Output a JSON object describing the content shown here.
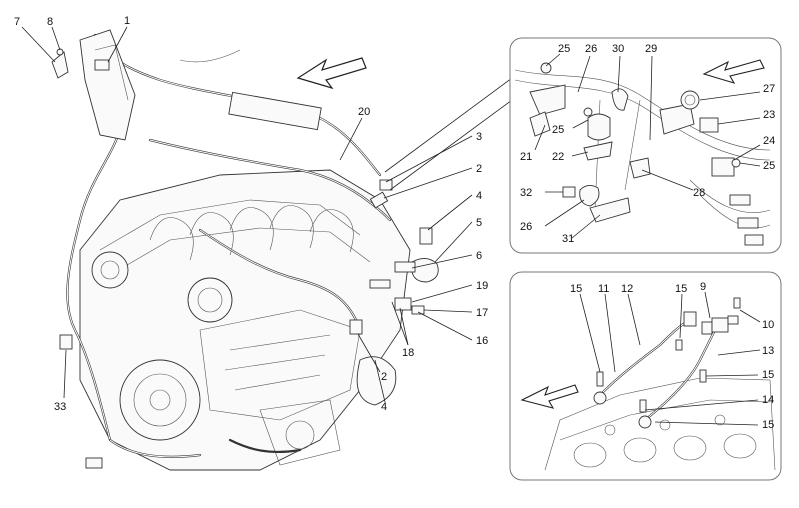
{
  "diagram": {
    "main_callouts": [
      {
        "id": "c1",
        "text": "1"
      },
      {
        "id": "c7",
        "text": "7"
      },
      {
        "id": "c8",
        "text": "8"
      },
      {
        "id": "c20",
        "text": "20"
      },
      {
        "id": "c3",
        "text": "3"
      },
      {
        "id": "c2a",
        "text": "2"
      },
      {
        "id": "c4a",
        "text": "4"
      },
      {
        "id": "c5",
        "text": "5"
      },
      {
        "id": "c6",
        "text": "6"
      },
      {
        "id": "c19",
        "text": "19"
      },
      {
        "id": "c17",
        "text": "17"
      },
      {
        "id": "c16",
        "text": "16"
      },
      {
        "id": "c18",
        "text": "18"
      },
      {
        "id": "c2b",
        "text": "2"
      },
      {
        "id": "c4b",
        "text": "4"
      },
      {
        "id": "c33",
        "text": "33"
      }
    ],
    "inset_top_callouts": [
      {
        "id": "t25a",
        "text": "25"
      },
      {
        "id": "t26a",
        "text": "26"
      },
      {
        "id": "t30",
        "text": "30"
      },
      {
        "id": "t29",
        "text": "29"
      },
      {
        "id": "t27",
        "text": "27"
      },
      {
        "id": "t23",
        "text": "23"
      },
      {
        "id": "t24",
        "text": "24"
      },
      {
        "id": "t25b",
        "text": "25"
      },
      {
        "id": "t25c",
        "text": "25"
      },
      {
        "id": "t21",
        "text": "21"
      },
      {
        "id": "t22",
        "text": "22"
      },
      {
        "id": "t28",
        "text": "28"
      },
      {
        "id": "t32",
        "text": "32"
      },
      {
        "id": "t26b",
        "text": "26"
      },
      {
        "id": "t31",
        "text": "31"
      }
    ],
    "inset_bottom_callouts": [
      {
        "id": "b15a",
        "text": "15"
      },
      {
        "id": "b11",
        "text": "11"
      },
      {
        "id": "b12",
        "text": "12"
      },
      {
        "id": "b15b",
        "text": "15"
      },
      {
        "id": "b9",
        "text": "9"
      },
      {
        "id": "b10",
        "text": "10"
      },
      {
        "id": "b13",
        "text": "13"
      },
      {
        "id": "b15c",
        "text": "15"
      },
      {
        "id": "b14",
        "text": "14"
      },
      {
        "id": "b15d",
        "text": "15"
      }
    ]
  }
}
